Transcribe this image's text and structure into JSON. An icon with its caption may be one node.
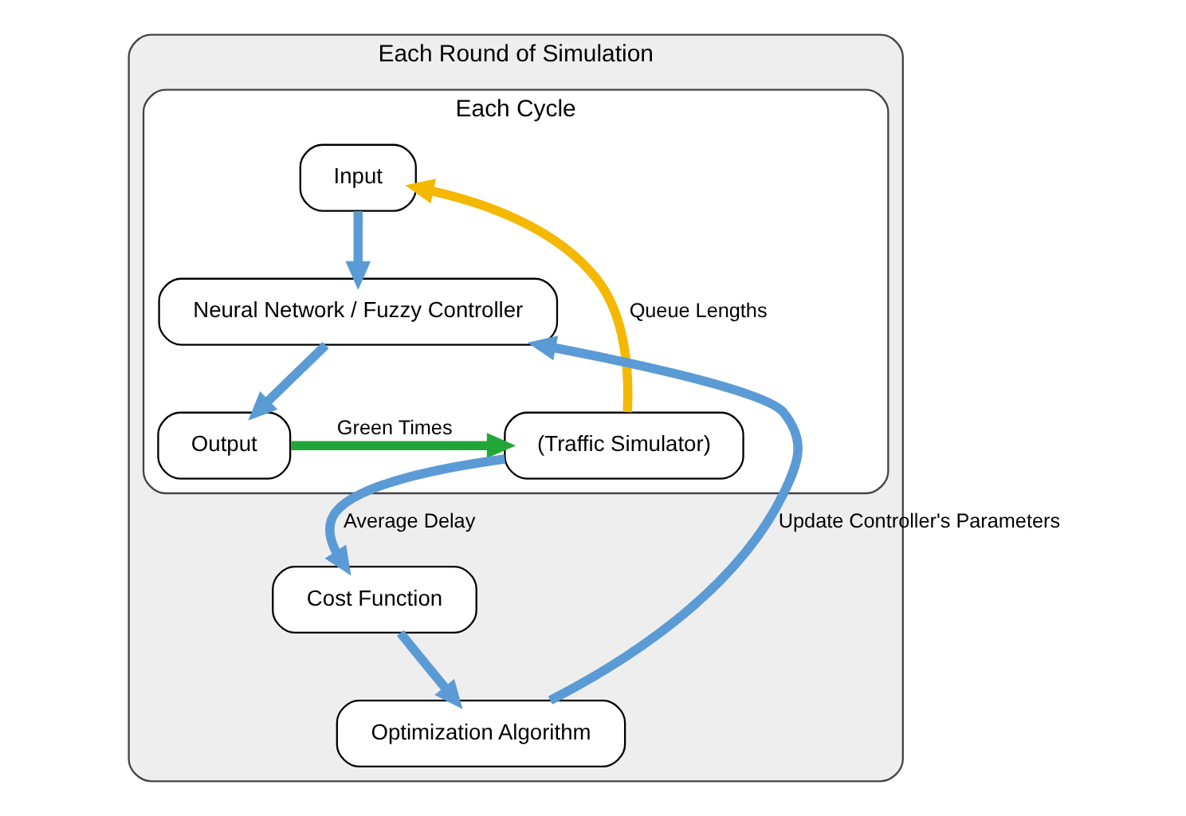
{
  "diagram": {
    "nodes": [
      {
        "text": [
          "Each Round of Simulation"
        ]
      },
      {
        "text": [
          "Each Cycle"
        ],
        "in": 0
      },
      {
        "text": [
          "Input"
        ],
        "in": 1
      },
      {
        "text": [
          "Neural Network / Fuzzy Controller"
        ],
        "in": 1
      },
      {
        "text": [
          "Output"
        ],
        "in": 1
      },
      {
        "text": [
          "(Traffic Simulator)"
        ],
        "in": 1
      },
      {
        "text": [
          "Optimization Algorithm"
        ],
        "in": 0
      },
      {
        "text": [
          "Cost Function"
        ],
        "in": 0
      }
    ],
    "edges": [
      {
        "from": 5,
        "to": 2,
        "arrow": "to",
        "label": "Queue Lengths",
        "color": "#f5b800"
      },
      {
        "from": 2,
        "to": 3,
        "arrow": "to"
      },
      {
        "from": 3,
        "to": 4,
        "arrow": "to"
      },
      {
        "from": 4,
        "to": 5,
        "arrow": "to",
        "label": "Green Times",
        "color": "#22a63a"
      },
      {
        "from": 5,
        "to": 7,
        "arrow": "to",
        "label": "Average Delay"
      },
      {
        "from": 7,
        "to": 6,
        "arrow": "to"
      },
      {
        "from": 6,
        "to": 3,
        "arrow": "to",
        "label": "Update Controller's Parameters"
      }
    ]
  }
}
